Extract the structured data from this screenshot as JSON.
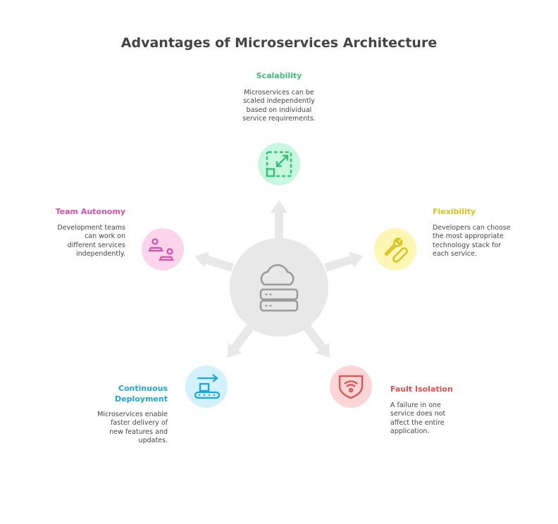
{
  "title": "Advantages of Microservices Architecture",
  "nodes": {
    "scalability": {
      "label": "Scalability",
      "desc": "Microservices can be\nscaled independently\nbased on individual\nservice requirements.",
      "color": "#3dbf7a",
      "bg": "#c8f7e0"
    },
    "flexibility": {
      "label": "Flexibility",
      "desc": "Developers can choose\nthe most appropriate\ntechnology stack for\neach service.",
      "color": "#d9c21c",
      "bg": "#fdf6b5"
    },
    "team": {
      "label": "Team Autonomy",
      "desc": "Development teams\ncan work on\ndifferent services\nindependently.",
      "color": "#d94fa8",
      "bg": "#fcd5ec"
    },
    "deploy": {
      "label": "Continuous\nDeployment",
      "desc": "Microservices enable\nfaster delivery of\nnew features and\nupdates.",
      "color": "#1fa6d6",
      "bg": "#d3f1fc"
    },
    "fault": {
      "label": "Fault Isolation",
      "desc": "A failure in one\nservice does not\naffect the entire\napplication.",
      "color": "#e0514f",
      "bg": "#fcd6d6"
    }
  }
}
